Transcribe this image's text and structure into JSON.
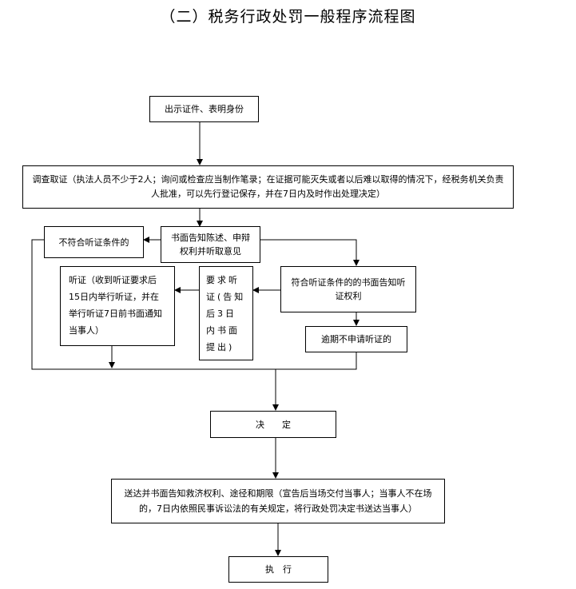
{
  "title": "（二）税务行政处罚一般程序流程图",
  "nodes": {
    "show_id": "出示证件、表明身份",
    "investigate": "调查取证（执法人员不少于2人；询问或检查应当制作笔录；在证据可能灭失或者以后难以取得的情况下，经税务机关负责人批准，可以先行登记保存，并在7日内及时作出处理决定）",
    "inform": "书面告知陈述、申辩权利并听取意见",
    "not_eligible": "不符合听证条件的",
    "hearing": "听证（收到听证要求后15日内举行听证，并在举行听证7日前书面通知当事人）",
    "request_hearing": "要求听证(告知后3日内书面提出)",
    "eligible_notice": "符合听证条件的的书面告知听证权利",
    "overdue": "逾期不申请听证的",
    "decision": "决　　定",
    "deliver": "送达并书面告知救济权利、途径和期限（宣告后当场交付当事人；当事人不在场的，7日内依照民事诉讼法的有关规定，将行政处罚决定书送达当事人）",
    "execute": "执　行"
  }
}
